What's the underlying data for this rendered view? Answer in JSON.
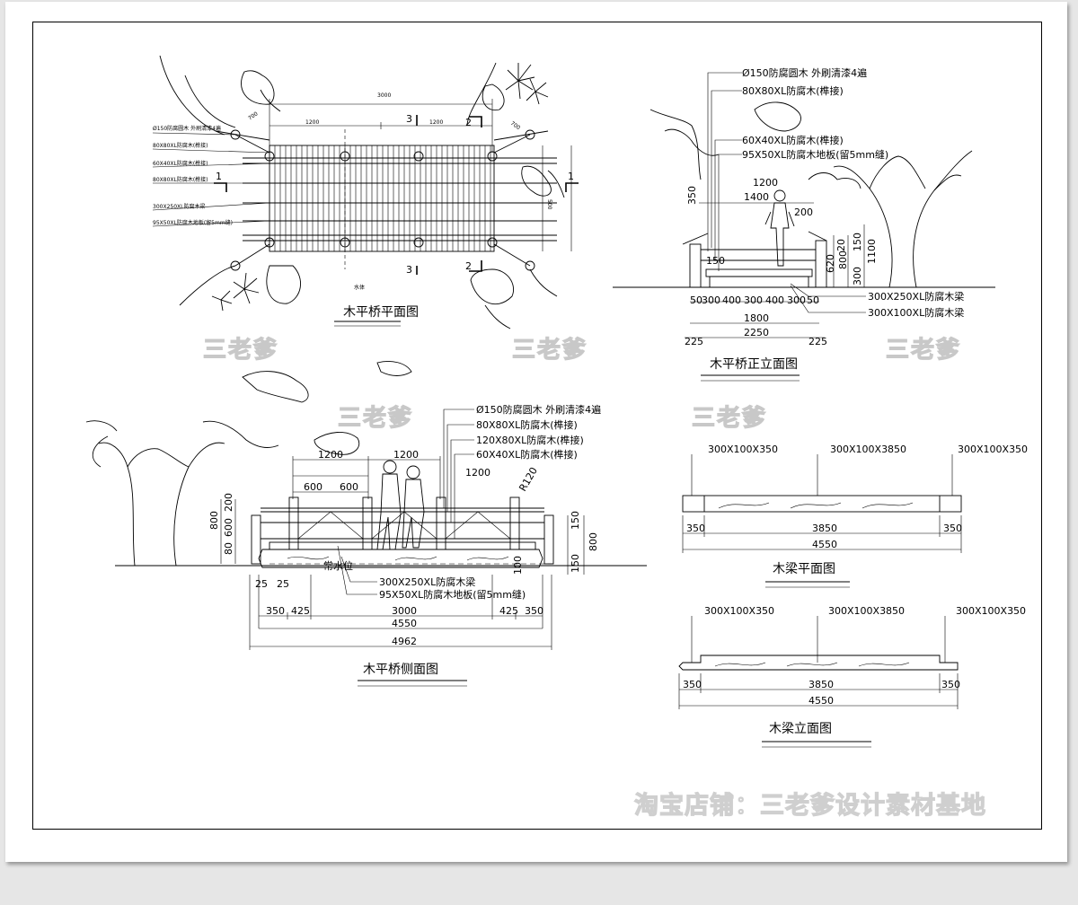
{
  "plan": {
    "title": "木平桥平面图",
    "labels": [
      "Ø150防腐圆木 外刷清漆4遍",
      "80X80XL防腐木(榫接)",
      "60X40XL防腐木(榫接)",
      "80X80XL防腐木(榫接)",
      "300X250XL防腐木梁",
      "95X50XL防腐木地板(留5mm缝)"
    ],
    "dims": [
      "3000",
      "1200",
      "1200",
      "700",
      "700",
      "500"
    ],
    "section_marks": [
      "1",
      "1",
      "2",
      "2",
      "3",
      "3"
    ],
    "water_label": "水体"
  },
  "front": {
    "title": "木平桥正立面图",
    "labels": [
      "Ø150防腐圆木 外刷清漆4遍",
      "80X80XL防腐木(榫接)",
      "60X40XL防腐木(榫接)",
      "95X50XL防腐木地板(留5mm缝)",
      "300X250XL防腐木梁",
      "300X100XL防腐木梁"
    ],
    "dims_bottom": [
      "50",
      "300",
      "400",
      "300",
      "400",
      "300",
      "50"
    ],
    "dim_1800": "1800",
    "dim_2250": "2250",
    "dim_225a": "225",
    "dim_225b": "225",
    "dim_1400": "1400",
    "dim_1200": "1200",
    "dim_350": "350",
    "dim_200": "200",
    "dim_150": "150",
    "dims_right": [
      "620",
      "20",
      "800",
      "300",
      "150",
      "1100"
    ]
  },
  "side": {
    "title": "木平桥侧面图",
    "labels": [
      "Ø150防腐圆木 外刷清漆4遍",
      "80X80XL防腐木(榫接)",
      "120X80XL防腐木(榫接)",
      "60X40XL防腐木(榫接)",
      "300X250XL防腐木梁",
      "95X50XL防腐木地板(留5mm缝)"
    ],
    "dims_top": [
      "1200",
      "1200",
      "1200"
    ],
    "dims_600": [
      "600",
      "600"
    ],
    "r120": "R120",
    "dims_left": [
      "800",
      "200",
      "600",
      "80"
    ],
    "dims_right": [
      "150",
      "800",
      "150",
      "100"
    ],
    "water_label": "常水位",
    "dims_bottom_row1": [
      "350",
      "425",
      "3000",
      "425",
      "350"
    ],
    "dim_4550": "4550",
    "dim_4962": "4962",
    "dims_25": [
      "25",
      "25"
    ]
  },
  "beam_plan": {
    "title": "木梁平面图",
    "labels": [
      "300X100X350",
      "300X100X3850",
      "300X100X350"
    ],
    "dims": [
      "350",
      "3850",
      "350"
    ],
    "total": "4550"
  },
  "beam_elev": {
    "title": "木梁立面图",
    "labels": [
      "300X100X350",
      "300X100X3850",
      "300X100X350"
    ],
    "dims": [
      "350",
      "3850",
      "350"
    ],
    "total": "4550"
  },
  "watermarks": [
    "三老爹",
    "三老爹",
    "三老爹",
    "三老爹",
    "三老爹"
  ],
  "footer": "淘宝店铺：三老爹设计素材基地"
}
